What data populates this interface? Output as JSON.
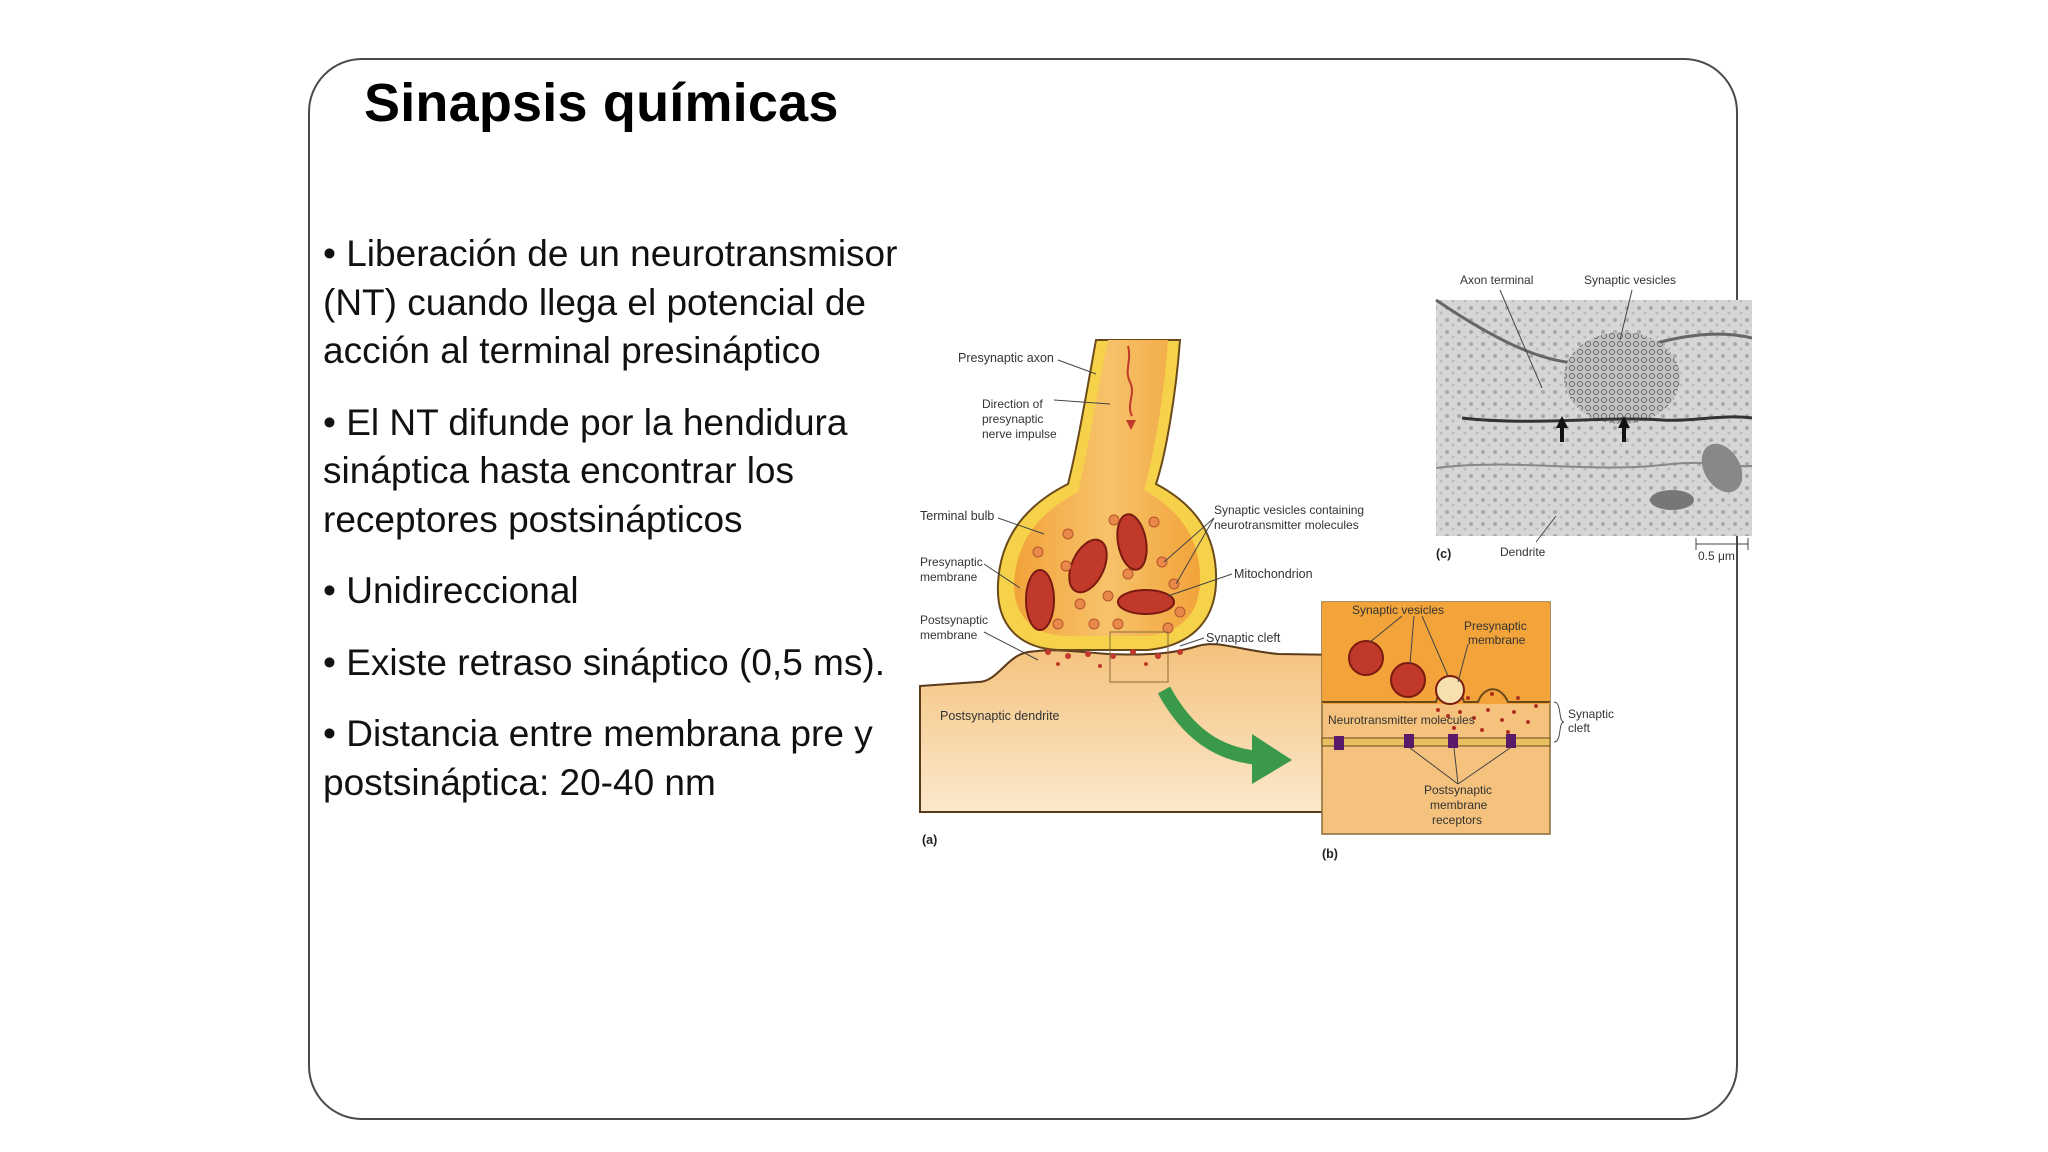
{
  "slide": {
    "title": "Sinapsis químicas",
    "bullets": [
      "Liberación de un neurotransmisor (NT) cuando llega el potencial de acción al terminal presináptico",
      "El NT difunde por la hendidura sináptica hasta encontrar los receptores postsinápticos",
      "Unidireccional",
      "Existe retraso sináptico (0,5 ms).",
      "Distancia entre membrana pre y postsináptica: 20-40 nm"
    ]
  },
  "figure": {
    "panel_a": {
      "letter": "(a)",
      "labels": {
        "presynaptic_axon": "Presynaptic axon",
        "direction_1": "Direction of",
        "direction_2": "presynaptic",
        "direction_3": "nerve impulse",
        "terminal_bulb": "Terminal bulb",
        "presyn_membrane_1": "Presynaptic",
        "presyn_membrane_2": "membrane",
        "postsyn_membrane_1": "Postsynaptic",
        "postsyn_membrane_2": "membrane",
        "vesicles_1": "Synaptic vesicles containing",
        "vesicles_2": "neurotransmitter molecules",
        "mitochondrion": "Mitochondrion",
        "synaptic_cleft": "Synaptic cleft",
        "postsynaptic_dendrite": "Postsynaptic dendrite"
      }
    },
    "panel_b": {
      "letter": "(b)",
      "labels": {
        "synaptic_vesicles": "Synaptic vesicles",
        "presyn_membrane_1": "Presynaptic",
        "presyn_membrane_2": "membrane",
        "neurotransmitter_molecules": "Neurotransmitter molecules",
        "synaptic_cleft_1": "Synaptic",
        "synaptic_cleft_2": "cleft",
        "receptors_1": "Postsynaptic",
        "receptors_2": "membrane",
        "receptors_3": "receptors"
      }
    },
    "panel_c": {
      "letter": "(c)",
      "labels": {
        "axon_terminal": "Axon terminal",
        "synaptic_vesicles": "Synaptic vesicles",
        "dendrite": "Dendrite",
        "scale": "0.5 μm"
      }
    }
  }
}
